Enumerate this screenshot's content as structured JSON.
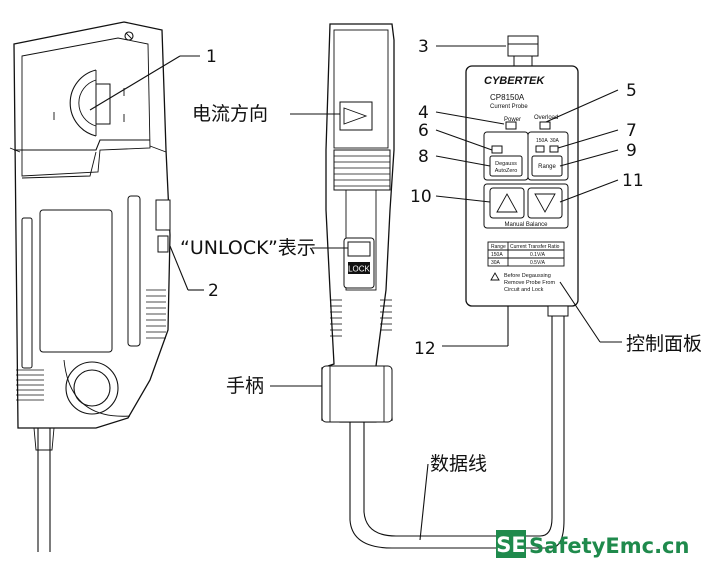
{
  "callouts": {
    "n1": "1",
    "n2": "2",
    "n3": "3",
    "n4": "4",
    "n5": "5",
    "n6": "6",
    "n7": "7",
    "n8": "8",
    "n9": "9",
    "n10": "10",
    "n11": "11",
    "n12": "12"
  },
  "labels": {
    "current_direction": "电流方向",
    "unlock_indicator": "“UNLOCK”表示",
    "handle": "手柄",
    "data_cable": "数据线",
    "control_panel": "控制面板"
  },
  "panel": {
    "brand": "CYBERTEK",
    "model": "CP8150A",
    "subtitle": "Current Probe",
    "power": "Power",
    "overload": "Overload",
    "range_150a": "150A",
    "range_30a": "30A",
    "degauss_line1": "Degauss",
    "degauss_line2": "AutoZero",
    "range_button": "Range",
    "manual_balance": "Manual Balance",
    "table_headers": [
      "Range",
      "Current Transfer Ratio"
    ],
    "table_rows": [
      [
        "150A",
        "0.1V/A"
      ],
      [
        "30A",
        "0.5V/A"
      ]
    ],
    "warning_line1": "Before Degaussing",
    "warning_line2": "Remove Probe From",
    "warning_line3": "Circuit and Lock"
  },
  "lock_text": "LOCK",
  "watermark": {
    "badge": "SE",
    "text": "SafetyEmc.cn",
    "color": "#1f8a4c"
  }
}
